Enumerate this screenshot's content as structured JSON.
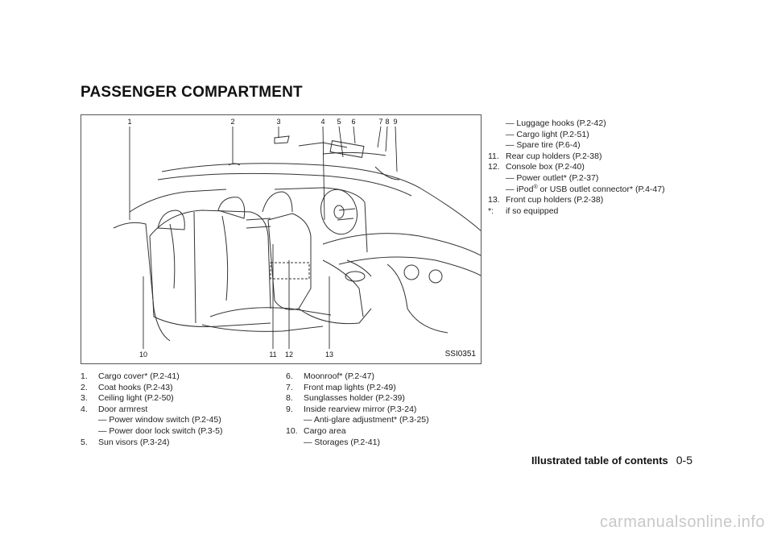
{
  "heading": "PASSENGER COMPARTMENT",
  "figure": {
    "code": "SSI0351",
    "top_labels": [
      "1",
      "2",
      "3",
      "4",
      "5",
      "6",
      "7",
      "8",
      "9"
    ],
    "bottom_labels": [
      "10",
      "11",
      "12",
      "13"
    ]
  },
  "col1": [
    {
      "n": "1.",
      "t": "Cargo cover* (P.2-41)"
    },
    {
      "n": "2.",
      "t": "Coat hooks (P.2-43)"
    },
    {
      "n": "3.",
      "t": "Ceiling light (P.2-50)"
    },
    {
      "n": "4.",
      "t": "Door armrest"
    },
    {
      "n": "",
      "t": "— Power window switch (P.2-45)"
    },
    {
      "n": "",
      "t": "— Power door lock switch (P.3-5)"
    },
    {
      "n": "5.",
      "t": "Sun visors (P.3-24)"
    }
  ],
  "col2": [
    {
      "n": "6.",
      "t": "Moonroof* (P.2-47)"
    },
    {
      "n": "7.",
      "t": "Front map lights (P.2-49)"
    },
    {
      "n": "8.",
      "t": "Sunglasses holder (P.2-39)"
    },
    {
      "n": "9.",
      "t": "Inside rearview mirror (P.3-24)"
    },
    {
      "n": "",
      "t": "— Anti-glare adjustment* (P.3-25)"
    },
    {
      "n": "10.",
      "t": "Cargo area"
    },
    {
      "n": "",
      "t": "— Storages (P.2-41)"
    }
  ],
  "col3": {
    "items": [
      {
        "n": "",
        "t": "— Luggage hooks (P.2-42)"
      },
      {
        "n": "",
        "t": "— Cargo light (P.2-51)"
      },
      {
        "n": "",
        "t": "— Spare tire (P.6-4)"
      },
      {
        "n": "11.",
        "t": "Rear cup holders (P.2-38)"
      },
      {
        "n": "12.",
        "t": "Console box (P.2-40)"
      },
      {
        "n": "",
        "t": "— Power outlet* (P.2-37)"
      }
    ],
    "ipod_prefix": "— iPod",
    "ipod_reg": "®",
    "ipod_suffix": " or USB outlet connector* (P.4-47)",
    "items_after": [
      {
        "n": "13.",
        "t": "Front cup holders (P.2-38)"
      },
      {
        "n": "*:",
        "t": "if so equipped"
      }
    ]
  },
  "footer": {
    "section": "Illustrated table of contents",
    "page": "0-5"
  },
  "watermark": "carmanualsonline.info"
}
